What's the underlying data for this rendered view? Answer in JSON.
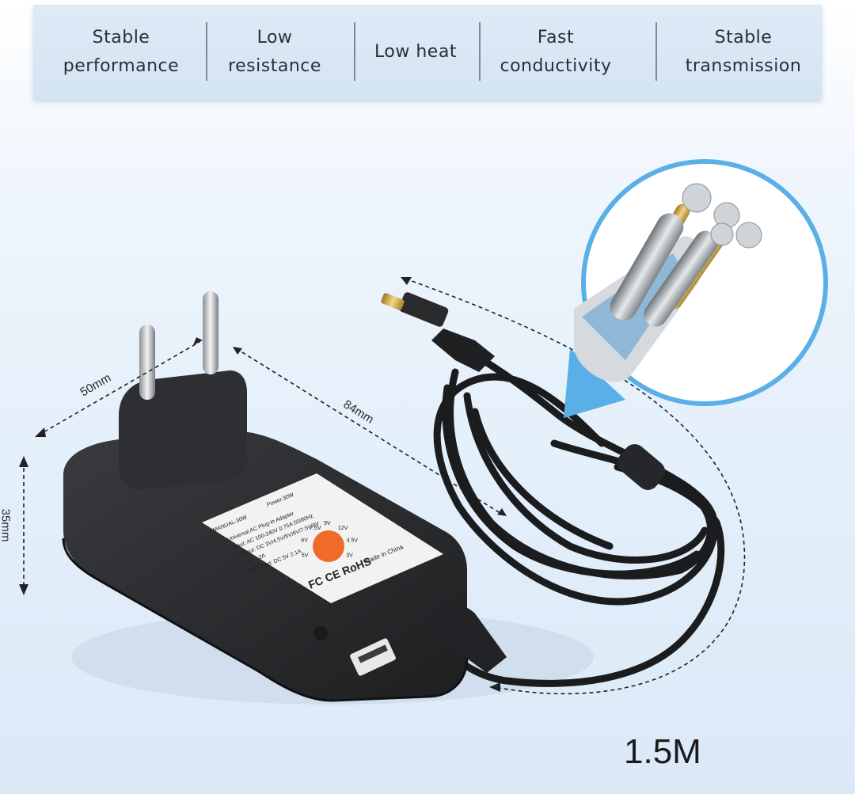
{
  "features": [
    {
      "line1": "Stable",
      "line2": "performance"
    },
    {
      "line1": "Low",
      "line2": "resistance"
    },
    {
      "line1": "Low heat",
      "line2": ""
    },
    {
      "line1": "Fast",
      "line2": "conductivity"
    },
    {
      "line1": "Stable",
      "line2": "transmission"
    }
  ],
  "dimensions": {
    "width": "50mm",
    "length": "84mm",
    "height": "35mm",
    "cable": "1.5M"
  },
  "label": {
    "model": "MANUAL-30W",
    "power": "Power:30W",
    "line1": "Universal AC Plug-in Adapter",
    "line2": "Input: AC 100-240V 0.75A 50/60Hz",
    "line3": "Output: DC 3V/4.5V/5V/6V/7.5V/9V",
    "line4": "12V 1.2A",
    "line5": "USB Port: DC 5V  2.1A",
    "dial": [
      "5V",
      "6V",
      "7.5V",
      "9V",
      "12V",
      "4.5V",
      "3V"
    ],
    "certs": "FC CE RoHS",
    "origin": "Made in China"
  },
  "colors": {
    "adapter": "#2b2c2e",
    "dial": "#f06a2a",
    "banner": "#d9e6f4",
    "callout": "#5ab0e6"
  }
}
